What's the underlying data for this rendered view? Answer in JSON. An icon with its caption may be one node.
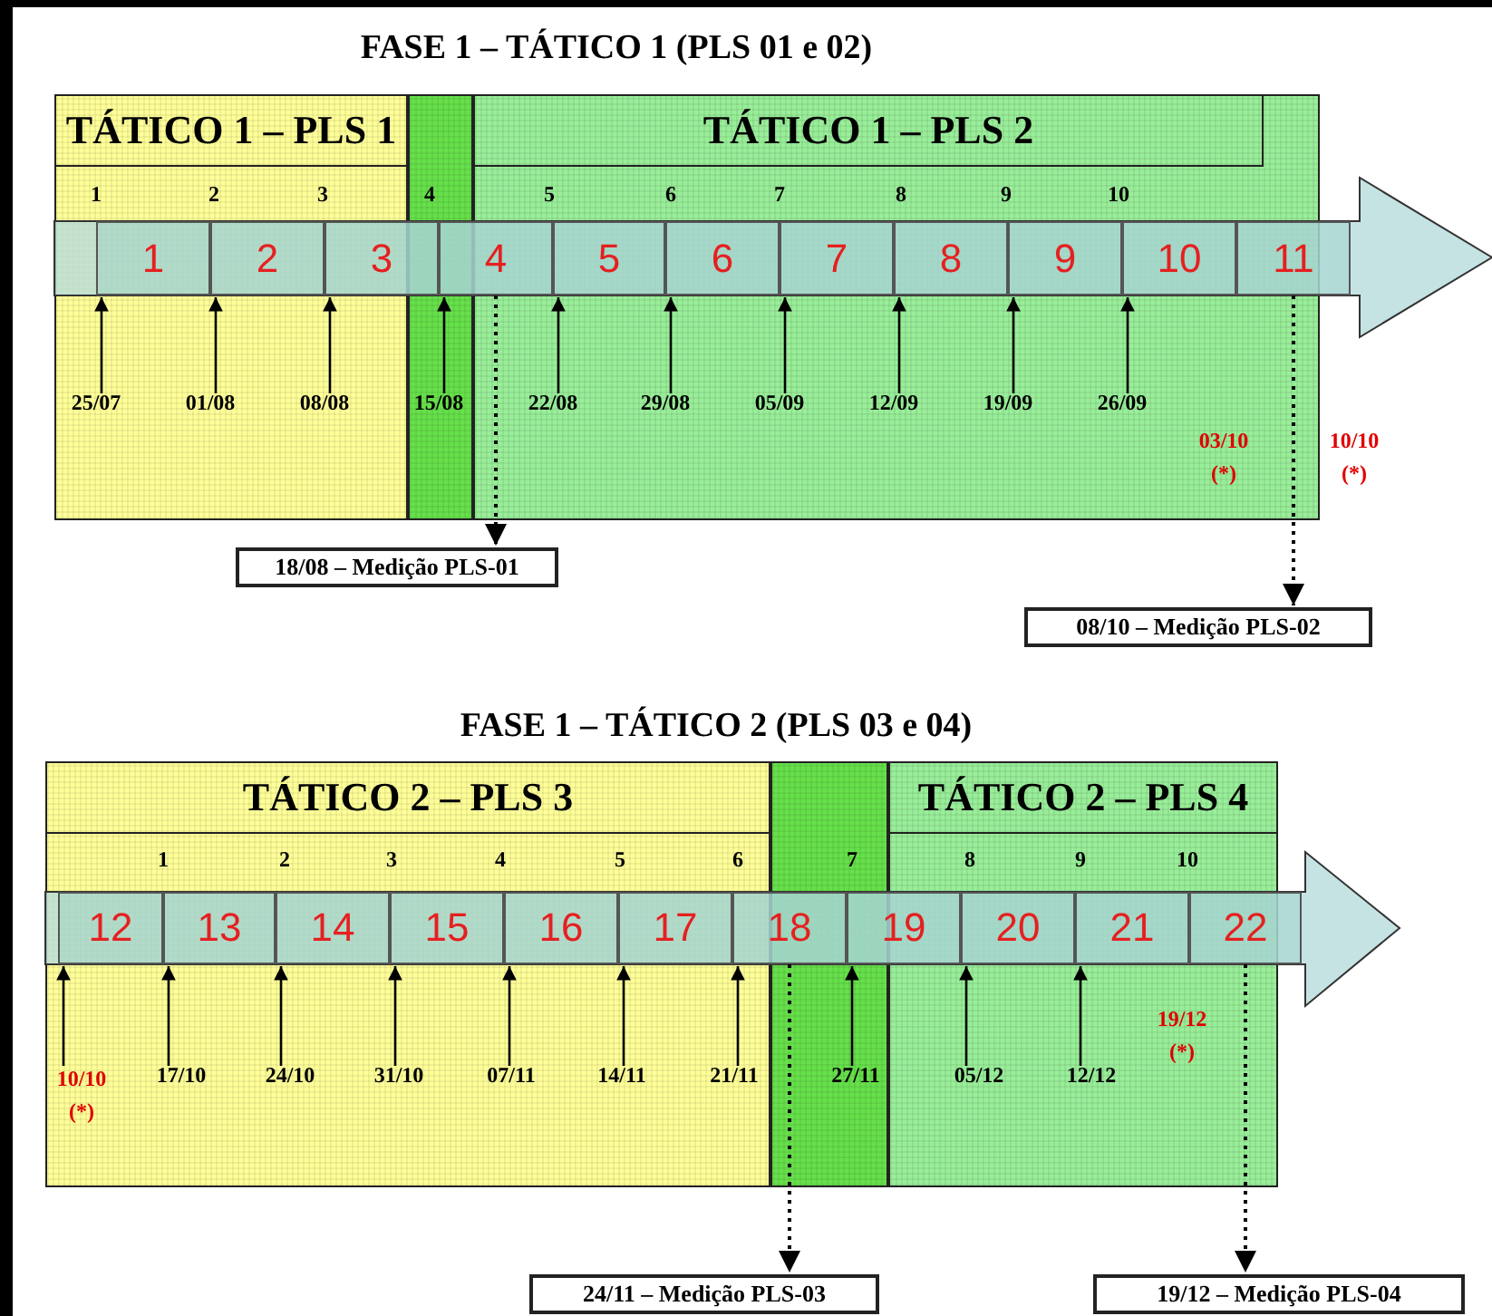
{
  "diagram": {
    "nodes": [
      {
        "text": [
          "TÁTICO 1 – PLS 1"
        ]
      },
      {
        "text": [
          "TÁTICO 1 – PLS 2"
        ]
      },
      {
        "text": [
          "1"
        ],
        "in": 50
      },
      {
        "text": [
          "2"
        ],
        "in": 50
      },
      {
        "text": [
          "3"
        ],
        "in": 50
      },
      {
        "text": [
          "4"
        ],
        "in": 50
      },
      {
        "text": [
          "5"
        ],
        "in": 50
      },
      {
        "text": [
          "6"
        ],
        "in": 50
      },
      {
        "text": [
          "7"
        ],
        "in": 50
      },
      {
        "text": [
          "8"
        ],
        "in": 50
      },
      {
        "text": [
          "9"
        ],
        "in": 50
      },
      {
        "text": [
          "10"
        ],
        "in": 50
      },
      {
        "text": [
          "11"
        ],
        "in": 50
      },
      {
        "text": [
          "18/08 – Medição PLS-01"
        ]
      },
      {
        "text": [
          "08/10 – Medição PLS-02"
        ]
      },
      {
        "text": [
          "TÁTICO 2 – PLS 3"
        ]
      },
      {
        "text": [
          "TÁTICO 2 – PLS 4"
        ]
      },
      {
        "text": [
          "12"
        ],
        "in": 51
      },
      {
        "text": [
          "13"
        ],
        "in": 51
      },
      {
        "text": [
          "14"
        ],
        "in": 51
      },
      {
        "text": [
          "15"
        ],
        "in": 51
      },
      {
        "text": [
          "16"
        ],
        "in": 51
      },
      {
        "text": [
          "17"
        ],
        "in": 51
      },
      {
        "text": [
          "18"
        ],
        "in": 51
      },
      {
        "text": [
          "19"
        ],
        "in": 51
      },
      {
        "text": [
          "20"
        ],
        "in": 51
      },
      {
        "text": [
          "21"
        ],
        "in": 51
      },
      {
        "text": [
          "22"
        ],
        "in": 51
      },
      {
        "text": [
          "24/11 – Medição PLS-03"
        ]
      },
      {
        "text": [
          "19/12 – Medição PLS-04"
        ]
      },
      {
        "text": [
          "25/07"
        ]
      },
      {
        "text": [
          "01/08"
        ]
      },
      {
        "text": [
          "08/08"
        ]
      },
      {
        "text": [
          "15/08"
        ]
      },
      {
        "text": [
          "22/08"
        ]
      },
      {
        "text": [
          "29/08"
        ]
      },
      {
        "text": [
          "05/09"
        ]
      },
      {
        "text": [
          "12/09"
        ]
      },
      {
        "text": [
          "19/09"
        ]
      },
      {
        "text": [
          "26/09"
        ]
      },
      {
        "text": [
          "10/10 (*)"
        ]
      },
      {
        "text": [
          "17/10"
        ]
      },
      {
        "text": [
          "24/10"
        ]
      },
      {
        "text": [
          "31/10"
        ]
      },
      {
        "text": [
          "07/11"
        ]
      },
      {
        "text": [
          "14/11"
        ]
      },
      {
        "text": [
          "21/11"
        ]
      },
      {
        "text": [
          "27/11"
        ]
      },
      {
        "text": [
          "05/12"
        ]
      },
      {
        "text": [
          "12/12"
        ]
      },
      {
        "text": [],
        "shape": "arrow"
      },
      {
        "text": [],
        "shape": "arrow"
      }
    ],
    "edges": [
      {
        "from": 5,
        "to": 13,
        "arrow": "to",
        "style": "dashed"
      },
      {
        "from": 12,
        "to": 14,
        "arrow": "to",
        "style": "dashed"
      },
      {
        "from": 23,
        "to": 28,
        "arrow": "to",
        "style": "dashed"
      },
      {
        "from": 27,
        "to": 29,
        "arrow": "to",
        "style": "dashed"
      },
      {
        "from": 30,
        "to": 2,
        "arrow": "to"
      },
      {
        "from": 31,
        "to": 3,
        "arrow": "to"
      },
      {
        "from": 32,
        "to": 4,
        "arrow": "to"
      },
      {
        "from": 33,
        "to": 5,
        "arrow": "to"
      },
      {
        "from": 34,
        "to": 6,
        "arrow": "to"
      },
      {
        "from": 35,
        "to": 7,
        "arrow": "to"
      },
      {
        "from": 36,
        "to": 8,
        "arrow": "to"
      },
      {
        "from": 37,
        "to": 9,
        "arrow": "to"
      },
      {
        "from": 38,
        "to": 10,
        "arrow": "to"
      },
      {
        "from": 39,
        "to": 11,
        "arrow": "to"
      },
      {
        "from": 40,
        "to": 17,
        "arrow": "to"
      },
      {
        "from": 41,
        "to": 18,
        "arrow": "to"
      },
      {
        "from": 42,
        "to": 19,
        "arrow": "to"
      },
      {
        "from": 43,
        "to": 20,
        "arrow": "to"
      },
      {
        "from": 44,
        "to": 21,
        "arrow": "to"
      },
      {
        "from": 45,
        "to": 22,
        "arrow": "to"
      },
      {
        "from": 46,
        "to": 23,
        "arrow": "to"
      },
      {
        "from": 47,
        "to": 24,
        "arrow": "to"
      },
      {
        "from": 48,
        "to": 25,
        "arrow": "to"
      },
      {
        "from": 49,
        "to": 26,
        "arrow": "to"
      }
    ],
    "labels": [
      "FASE 1 – TÁTICO 1 (PLS 01 e 02)",
      "1",
      "2",
      "3",
      "4",
      "5",
      "6",
      "7",
      "8",
      "9",
      "10",
      "03/10 (*)",
      "10/10 (*)",
      "FASE 1 – TÁTICO 2 (PLS 03 e 04)",
      "1",
      "2",
      "3",
      "4",
      "5",
      "6",
      "7",
      "8",
      "9",
      "10",
      "19/12 (*)"
    ]
  }
}
